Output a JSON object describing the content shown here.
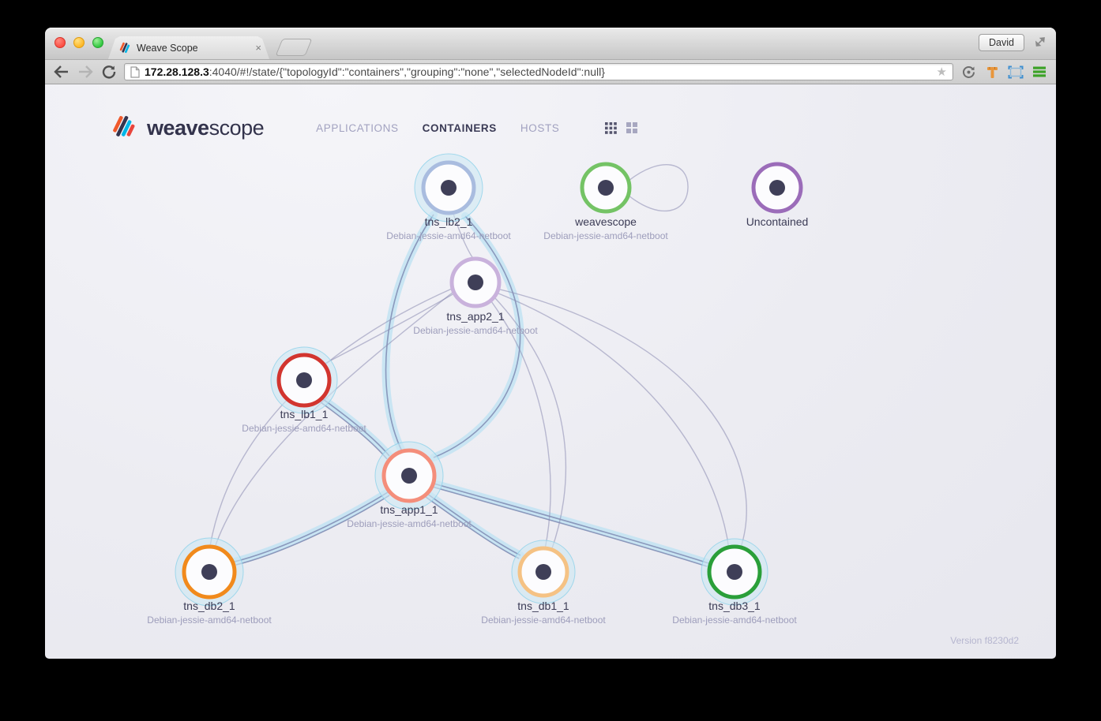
{
  "browser": {
    "tab": {
      "title": "Weave Scope",
      "close_glyph": "×"
    },
    "address": {
      "host": "172.28.128.3",
      "rest": ":4040/#!/state/{\"topologyId\":\"containers\",\"grouping\":\"none\",\"selectedNodeId\":null}"
    },
    "star_glyph": "★",
    "profile_label": "David"
  },
  "app": {
    "logo": {
      "bold": "weave",
      "light": "scope"
    },
    "nav": [
      {
        "label": "APPLICATIONS"
      },
      {
        "label": "CONTAINERS"
      },
      {
        "label": "HOSTS"
      }
    ],
    "active_nav": "CONTAINERS",
    "version": "Version f8230d2",
    "palette": {
      "edge": "#8a8ab0",
      "edge_highlight_glow": "#bfe2f3",
      "halo_fill": "#cde8f4",
      "halo_stroke": "#8fd2ea",
      "node_fill": "#fcfcfe",
      "node_dot": "#3f3f58",
      "nav_active": "#3a3a55",
      "nav_inactive": "#a2a2c0"
    }
  },
  "graph": {
    "nodes": [
      {
        "label": "tns_lb2_1",
        "sublabel": "Debian-jessie-amd64-netboot",
        "color": "#a9bcdf"
      },
      {
        "label": "weavescope",
        "sublabel": "Debian-jessie-amd64-netboot",
        "color": "#74c365"
      },
      {
        "label": "Uncontained",
        "sublabel": "",
        "color": "#9b6cb9"
      },
      {
        "label": "tns_app2_1",
        "sublabel": "Debian-jessie-amd64-netboot",
        "color": "#c9b2dc"
      },
      {
        "label": "tns_lb1_1",
        "sublabel": "Debian-jessie-amd64-netboot",
        "color": "#d2352f"
      },
      {
        "label": "tns_app1_1",
        "sublabel": "Debian-jessie-amd64-netboot",
        "color": "#f48e7b"
      },
      {
        "label": "tns_db2_1",
        "sublabel": "Debian-jessie-amd64-netboot",
        "color": "#f18a1c"
      },
      {
        "label": "tns_db1_1",
        "sublabel": "Debian-jessie-amd64-netboot",
        "color": "#f5c284"
      },
      {
        "label": "tns_db3_1",
        "sublabel": "Debian-jessie-amd64-netboot",
        "color": "#2a9f39"
      }
    ]
  }
}
